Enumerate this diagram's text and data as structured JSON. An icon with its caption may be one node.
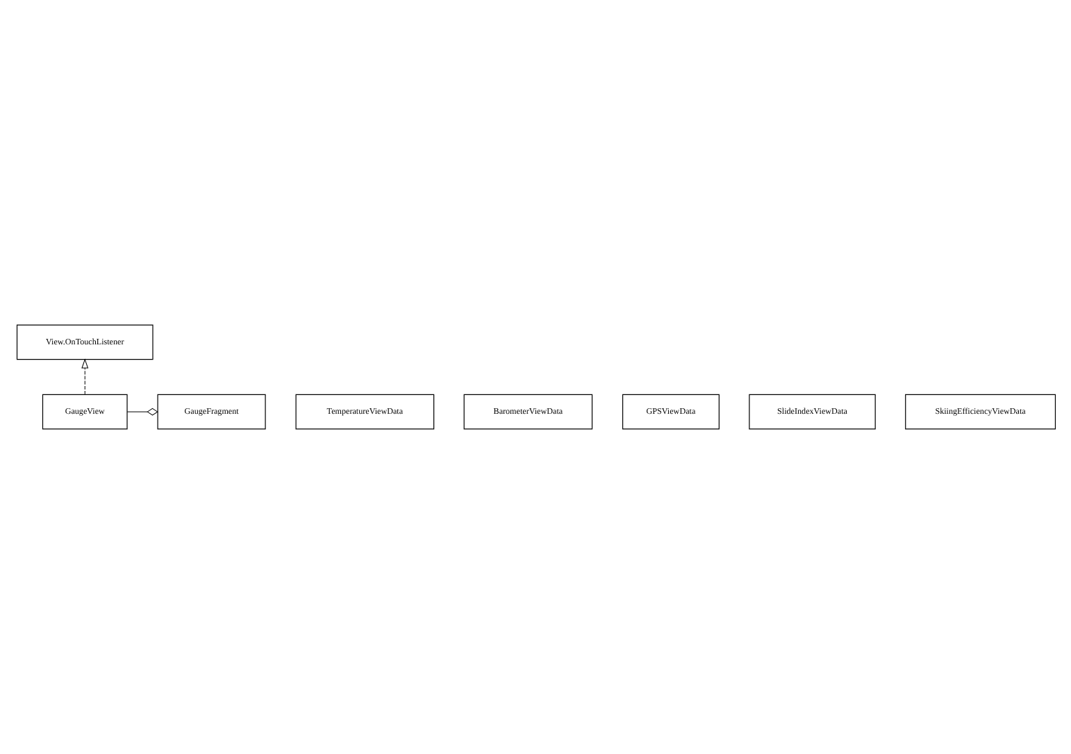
{
  "diagram": {
    "nodes": [
      {
        "text": [
          "View.OnTouchListener"
        ]
      },
      {
        "text": [
          "GaugeFragment"
        ]
      },
      {
        "text": [
          "GaugeView"
        ]
      },
      {
        "text": [
          "TemperatureViewData"
        ]
      },
      {
        "text": [
          "BarometerViewData"
        ]
      },
      {
        "text": [
          "GPSViewData"
        ]
      },
      {
        "text": [
          "SlideIndexViewData"
        ]
      },
      {
        "text": [
          "SkiingEfficiencyViewData"
        ]
      }
    ],
    "edges": [
      {
        "from": 2,
        "to": 0,
        "arrow": "to",
        "style": "dashed"
      },
      {
        "from": 2,
        "to": 1,
        "arrow": "other"
      }
    ]
  }
}
